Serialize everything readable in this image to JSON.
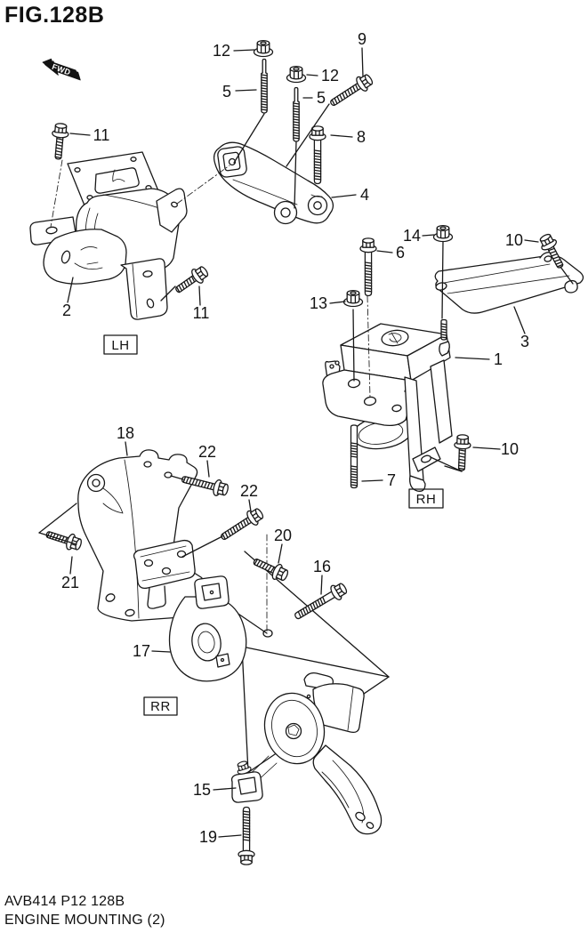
{
  "title": "FIG.128B",
  "direction_marker": "FWD",
  "section_labels": [
    {
      "text": "LH"
    },
    {
      "text": "RH"
    },
    {
      "text": "RR"
    }
  ],
  "callouts": [
    {
      "num": "12"
    },
    {
      "num": "5"
    },
    {
      "num": "12"
    },
    {
      "num": "5"
    },
    {
      "num": "9"
    },
    {
      "num": "8"
    },
    {
      "num": "11"
    },
    {
      "num": "4"
    },
    {
      "num": "6"
    },
    {
      "num": "14"
    },
    {
      "num": "10"
    },
    {
      "num": "13"
    },
    {
      "num": "3"
    },
    {
      "num": "1"
    },
    {
      "num": "2"
    },
    {
      "num": "11"
    },
    {
      "num": "7"
    },
    {
      "num": "10"
    },
    {
      "num": "18"
    },
    {
      "num": "22"
    },
    {
      "num": "22"
    },
    {
      "num": "21"
    },
    {
      "num": "20"
    },
    {
      "num": "16"
    },
    {
      "num": "17"
    },
    {
      "num": "15"
    },
    {
      "num": "19"
    }
  ],
  "footer": {
    "line1": "AVB414 P12 128B",
    "line2": "ENGINE MOUNTING (2)"
  },
  "colors": {
    "ink": "#181818",
    "background": "#ffffff"
  }
}
